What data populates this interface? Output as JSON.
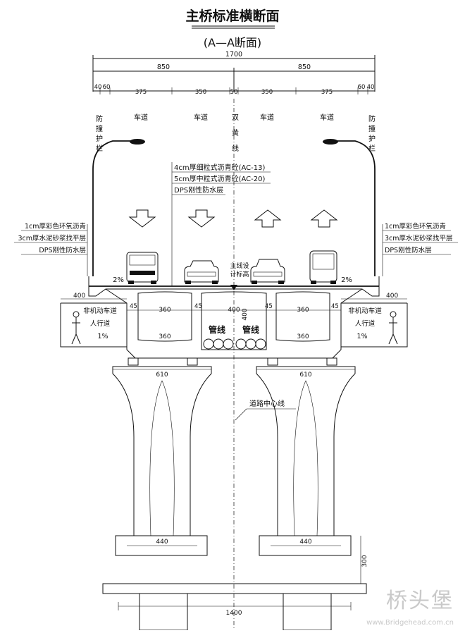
{
  "title": "主桥标准横断面",
  "subtitle": "(A—A断面)",
  "dimensions": {
    "total": "1700",
    "half_left": "850",
    "half_right": "850",
    "segments": [
      "40",
      "60",
      "375",
      "350",
      "50",
      "350",
      "375",
      "60",
      "40"
    ],
    "beam_top_width": "400",
    "cell_width": "360",
    "cell_bottom_width": "360",
    "web": "45",
    "center_height": "400",
    "pier_top_width": "610",
    "pier_base_width": "440",
    "footing_height": "300",
    "pile_cap_width": "1400",
    "cantilever_left": "400",
    "cantilever_right": "400"
  },
  "lane_labels": {
    "barrier": "防撞护栏",
    "lane": "车道",
    "double_yellow": "双黄线"
  },
  "pavement_layers": [
    "4cm厚细粒式沥青砼(AC-13)",
    "5cm厚中粒式沥青砼(AC-20)",
    "DPS刚性防水层"
  ],
  "side_layers": [
    "1cm厚彩色环氧沥青",
    "3cm厚水泥砂浆找平层",
    "DPS刚性防水层"
  ],
  "slopes": {
    "deck_left": "2%",
    "deck_right": "2%",
    "walk_left": "1%",
    "walk_right": "1%"
  },
  "labels": {
    "main_line_design_elev_1": "主线设",
    "main_line_design_elev_2": "计标高",
    "non_motor_1": "非机动车道",
    "non_motor_2": "人行道",
    "pipes": "管线",
    "road_centerline": "道路中心线"
  },
  "watermark": {
    "cn": "桥头堡",
    "url": "www.Bridgehead.com.cn"
  }
}
